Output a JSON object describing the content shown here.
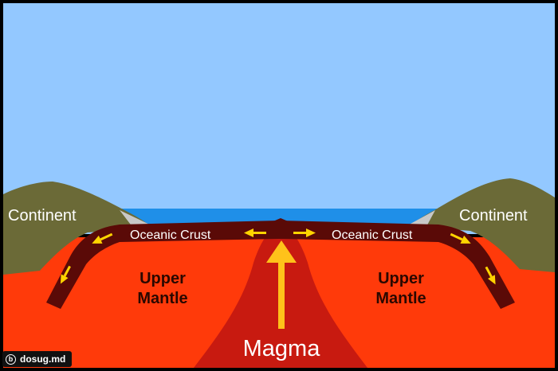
{
  "labels": {
    "continent_left": "Continent",
    "continent_right": "Continent",
    "oceanic_crust_left": "Oceanic Crust",
    "oceanic_crust_right": "Oceanic Crust",
    "upper_mantle_left_1": "Upper",
    "upper_mantle_left_2": "Mantle",
    "upper_mantle_right_1": "Upper",
    "upper_mantle_right_2": "Mantle",
    "magma": "Magma"
  },
  "watermark": {
    "text": "dosug.md",
    "icon": "b"
  },
  "colors": {
    "sky": "#93c8ff",
    "ocean": "#1f8fe8",
    "continent": "#6b6a37",
    "mantle": "#ff3a0a",
    "crust": "#5a0a07",
    "magma_plume": "#c81a10",
    "arrow": "#ffd400",
    "magma_arrow": "#ffc21a",
    "sediment": "#c8c8c8"
  }
}
